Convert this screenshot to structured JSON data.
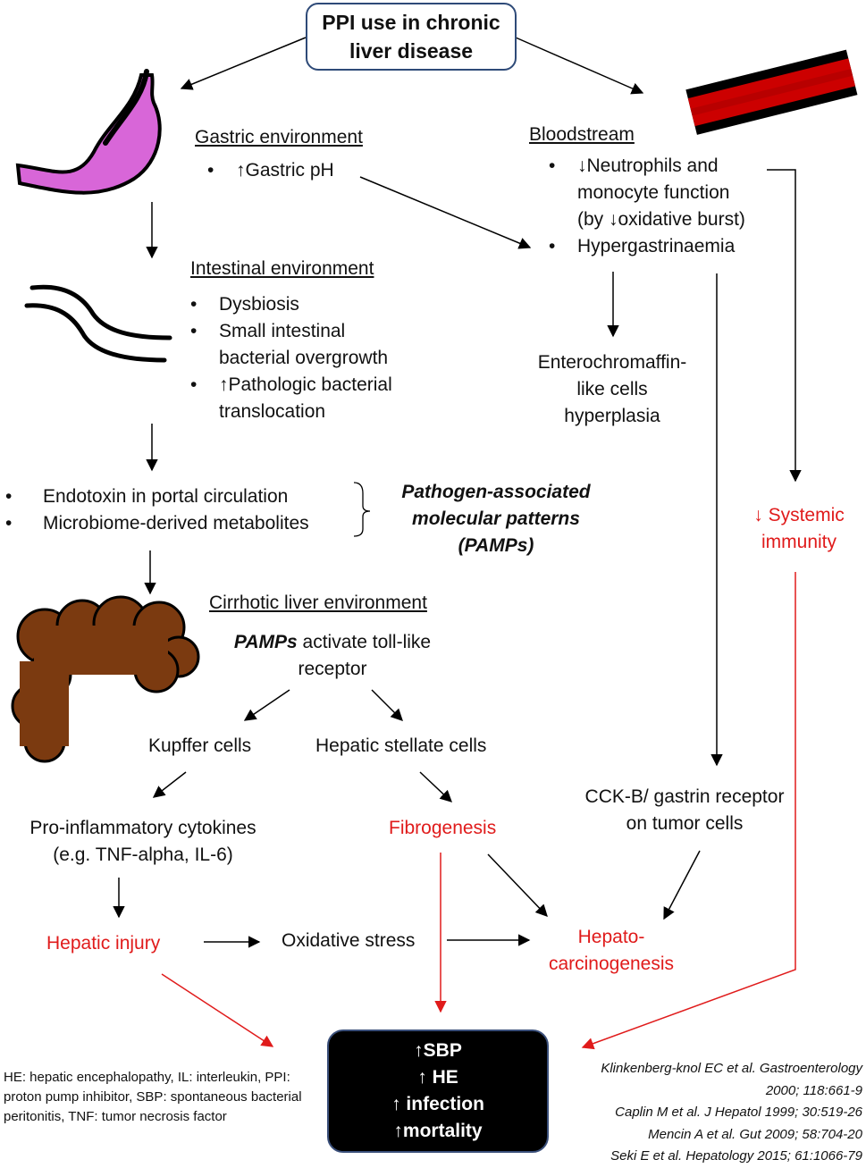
{
  "title": {
    "line1": "PPI use in chronic",
    "line2": "liver disease"
  },
  "gastric": {
    "heading": "Gastric environment",
    "items": [
      "↑Gastric pH"
    ]
  },
  "bloodstream": {
    "heading": "Bloodstream",
    "item1_line1": "↓Neutrophils and",
    "item1_line2": "monocyte function",
    "item1_line3": "(by ↓oxidative burst)",
    "item2": "Hypergastrinaemia"
  },
  "intestinal": {
    "heading": "Intestinal environment",
    "item1": "Dysbiosis",
    "item2_line1": "Small intestinal",
    "item2_line2": "bacterial overgrowth",
    "item3_line1": "↑Pathologic bacterial",
    "item3_line2": "translocation"
  },
  "ecl": {
    "line1": "Enterochromaffin-",
    "line2": "like cells",
    "line3": "hyperplasia"
  },
  "portal": {
    "item1": "Endotoxin in portal circulation",
    "item2": "Microbiome-derived metabolites"
  },
  "pamps": {
    "line1": "Pathogen-associated",
    "line2": "molecular patterns",
    "line3": "(PAMPs)"
  },
  "systemic": {
    "line1": "↓ Systemic",
    "line2": "immunity"
  },
  "cirrhotic": {
    "heading": "Cirrhotic liver environment",
    "line1_bold": "PAMPs",
    "line1_rest": " activate toll-like",
    "line2": "receptor"
  },
  "kupffer": "Kupffer cells",
  "stellate": "Hepatic stellate cells",
  "cytokines": {
    "line1": "Pro-inflammatory cytokines",
    "line2": "(e.g. TNF-alpha, IL-6)"
  },
  "fibrogenesis": "Fibrogenesis",
  "cckb": {
    "line1": "CCK-B/ gastrin receptor",
    "line2": "on tumor cells"
  },
  "hepatic_injury": "Hepatic injury",
  "oxidative_stress": "Oxidative stress",
  "hcc": {
    "line1": "Hepato-",
    "line2": "carcinogenesis"
  },
  "outcomes": [
    "↑SBP",
    "↑ HE",
    "↑ infection",
    "↑mortality"
  ],
  "abbreviations": "HE: hepatic encephalopathy, IL: interleukin, PPI: proton pump inhibitor, SBP: spontaneous bacterial peritonitis, TNF: tumor necrosis factor",
  "references": [
    "Klinkenberg-knol EC et al. Gastroenterology",
    "2000; 118:661-9",
    "Caplin M et al. J Hepatol 1999; 30:519-26",
    "Mencin A et al. Gut 2009; 58:704-20",
    "Seki E et al. Hepatology 2015; 61:1066-79"
  ],
  "colors": {
    "accent_red": "#e01b1b",
    "box_border": "#2e4a78",
    "stomach": "#d866d8",
    "liver": "#7b3a10",
    "vessel": "#cc0000"
  }
}
